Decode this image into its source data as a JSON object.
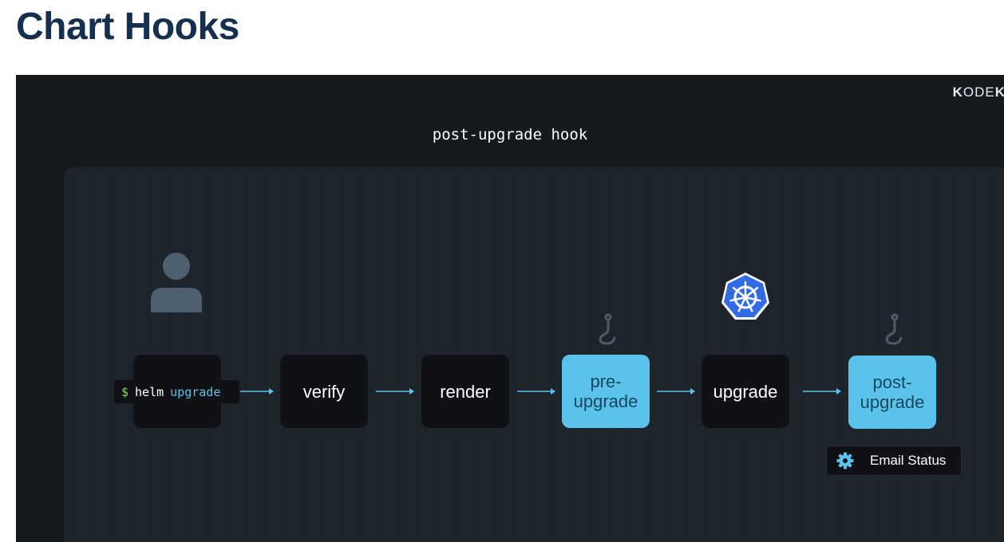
{
  "page": {
    "title": "Chart Hooks"
  },
  "slide": {
    "brand": {
      "k1": "K",
      "text": "ODE",
      "k2": "K"
    },
    "title": "post-upgrade hook",
    "command": {
      "dollar": "$",
      "cmd": "helm",
      "sub": "upgrade"
    },
    "steps": [
      {
        "label": "verify",
        "style": "dark"
      },
      {
        "label": "render",
        "style": "dark"
      },
      {
        "line1": "pre-",
        "line2": "upgrade",
        "style": "light"
      },
      {
        "label": "upgrade",
        "style": "dark"
      },
      {
        "line1": "post-",
        "line2": "upgrade",
        "style": "light"
      }
    ],
    "email_status": {
      "label": "Email Status",
      "icon": "gear-icon"
    },
    "icons": [
      "user-icon",
      "hook-icon",
      "kubernetes-icon",
      "arrow-icon"
    ],
    "colors": {
      "accent": "#5bc3eb",
      "background": "#16191d",
      "panel": "#1e242c",
      "box": "#0f1114",
      "k8s": "#326ce5",
      "title": "#15304f"
    }
  }
}
